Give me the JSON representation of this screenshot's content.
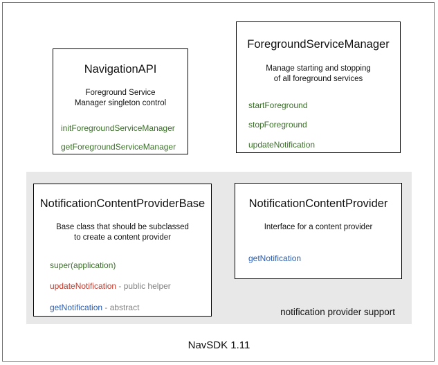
{
  "diagram": {
    "caption": "NavSDK 1.11",
    "group": {
      "label": "notification provider support",
      "background_color": "#e8e8e8"
    },
    "colors": {
      "method_green": "#3a7028",
      "method_red": "#c0392b",
      "method_blue": "#2a5db0",
      "annotation_gray": "#808080",
      "border": "#000000",
      "text": "#111111"
    },
    "boxes": [
      {
        "title": "NavigationAPI",
        "description_line1": "Foreground Service",
        "description_line2": "Manager singleton control",
        "members": [
          {
            "name": "initForegroundServiceManager",
            "note": ""
          },
          {
            "name": "getForegroundServiceManager",
            "note": ""
          }
        ]
      },
      {
        "title": "ForegroundServiceManager",
        "description_line1": "Manage starting and stopping",
        "description_line2": "of all foreground services",
        "members": [
          {
            "name": "startForeground",
            "note": ""
          },
          {
            "name": "stopForeground",
            "note": ""
          },
          {
            "name": "updateNotification",
            "note": ""
          }
        ]
      },
      {
        "title": "NotificationContentProviderBase",
        "description_line1": "Base class that should be subclassed",
        "description_line2": "to create a content provider",
        "members": [
          {
            "name": "super(application)",
            "note": ""
          },
          {
            "name": "updateNotification",
            "note": " - public helper"
          },
          {
            "name": "getNotification",
            "note": " - abstract"
          }
        ]
      },
      {
        "title": "NotificationContentProvider",
        "description_line1": "Interface for a content provider",
        "description_line2": "",
        "members": [
          {
            "name": "getNotification",
            "note": ""
          }
        ]
      }
    ]
  }
}
